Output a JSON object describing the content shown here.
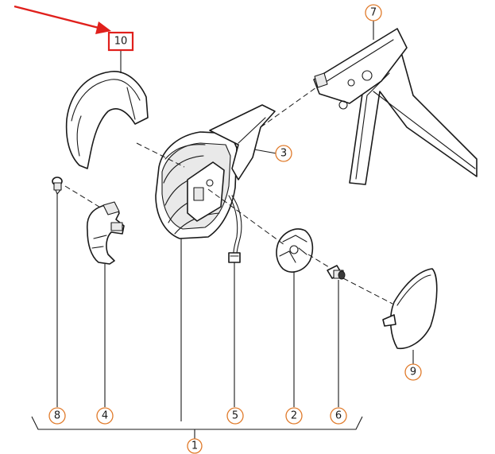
{
  "callouts": {
    "c1": "1",
    "c2": "2",
    "c3": "3",
    "c4": "4",
    "c5": "5",
    "c6": "6",
    "c7": "7",
    "c8": "8",
    "c9": "9",
    "c10": "10"
  },
  "colors": {
    "callout_ring": "#e07a2a",
    "highlight": "#e0201c",
    "line": "#1a1a1a"
  },
  "highlighted_callout": "10"
}
